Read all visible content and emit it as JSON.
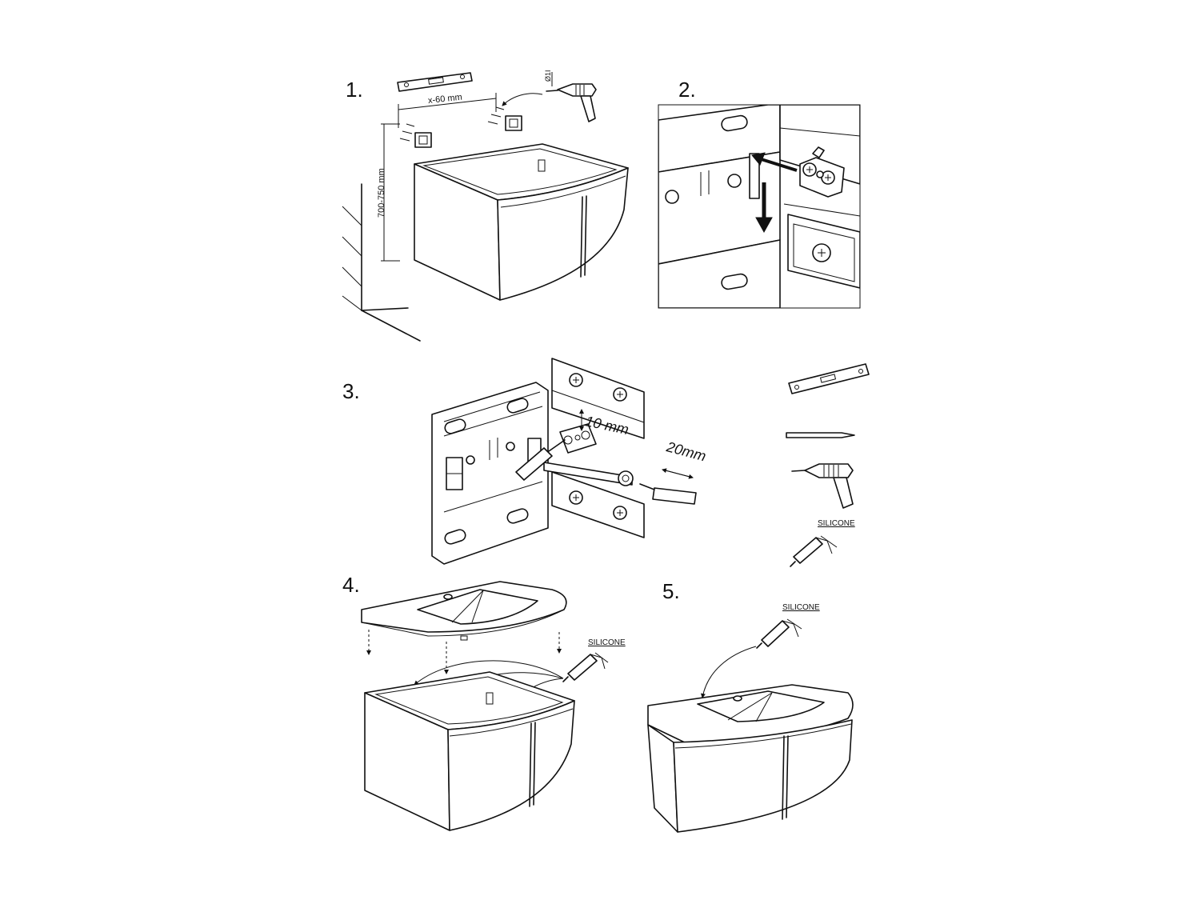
{
  "steps": [
    {
      "number": "1."
    },
    {
      "number": "2."
    },
    {
      "number": "3."
    },
    {
      "number": "4."
    },
    {
      "number": "5."
    }
  ],
  "step1": {
    "spacing_label": "x-60 mm",
    "height_label": "700-750 mm",
    "drill_label": "Ø1I"
  },
  "step3": {
    "offset_vertical_label": "10 mm",
    "offset_horizontal_label": "20mm"
  },
  "tools": {
    "sealant_label": "SILICONE"
  },
  "step4": {
    "sealant_label": "SILICONE"
  },
  "step5": {
    "sealant_label": "SILICONE"
  }
}
